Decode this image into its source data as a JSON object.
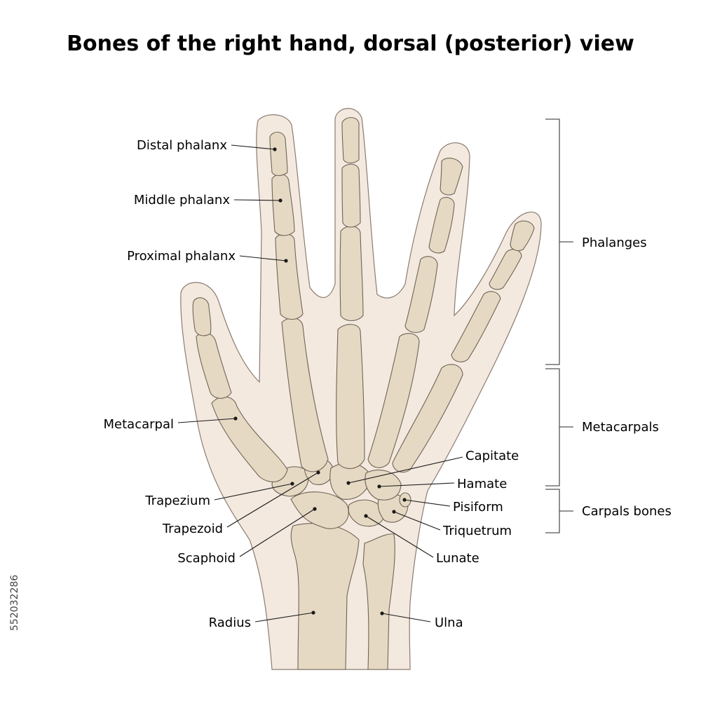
{
  "title": "Bones of the right hand, dorsal (posterior) view",
  "labels": {
    "distal_phalanx": "Distal phalanx",
    "middle_phalanx": "Middle phalanx",
    "proximal_phalanx": "Proximal phalanx",
    "metacarpal": "Metacarpal",
    "trapezium": "Trapezium",
    "trapezoid": "Trapezoid",
    "scaphoid": "Scaphoid",
    "radius": "Radius",
    "capitate": "Capitate",
    "hamate": "Hamate",
    "pisiform": "Pisiform",
    "triquetrum": "Triquetrum",
    "lunate": "Lunate",
    "ulna": "Ulna"
  },
  "groups": {
    "phalanges": "Phalanges",
    "metacarpals": "Metacarpals",
    "carpals": "Carpals bones"
  },
  "stock_id": "552032286",
  "colors": {
    "skin": "#f4e9df",
    "bone": "#e6d9c3",
    "outline": "#6f6456"
  }
}
